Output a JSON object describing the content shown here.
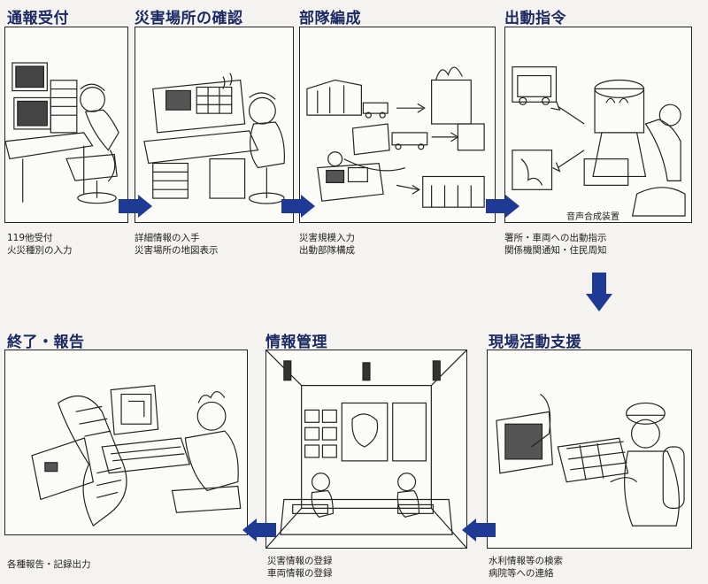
{
  "steps": [
    {
      "title": "通報受付",
      "lines": [
        "119他受付",
        "火災種別の入力"
      ]
    },
    {
      "title": "災害場所の確認",
      "lines": [
        "詳細情報の入手",
        "災害場所の地図表示"
      ]
    },
    {
      "title": "部隊編成",
      "lines": [
        "災害規模入力",
        "出動部隊構成"
      ]
    },
    {
      "title": "出動指令",
      "lines": [
        "署所・車両への出動指示",
        "関係機関通知・住民周知"
      ],
      "caption": "音声合成装置"
    },
    {
      "title": "現場活動支援",
      "lines": [
        "水利情報等の検索",
        "病院等への連絡"
      ]
    },
    {
      "title": "情報管理",
      "lines": [
        "災害情報の登録",
        "車両情報の登録"
      ]
    },
    {
      "title": "終了・報告",
      "lines": [
        "各種報告・記録出力"
      ]
    }
  ],
  "colors": {
    "title": "#1b2a63",
    "arrow": "#1f3a94",
    "panel_border": "#222222",
    "background": "#f4f3ef"
  }
}
